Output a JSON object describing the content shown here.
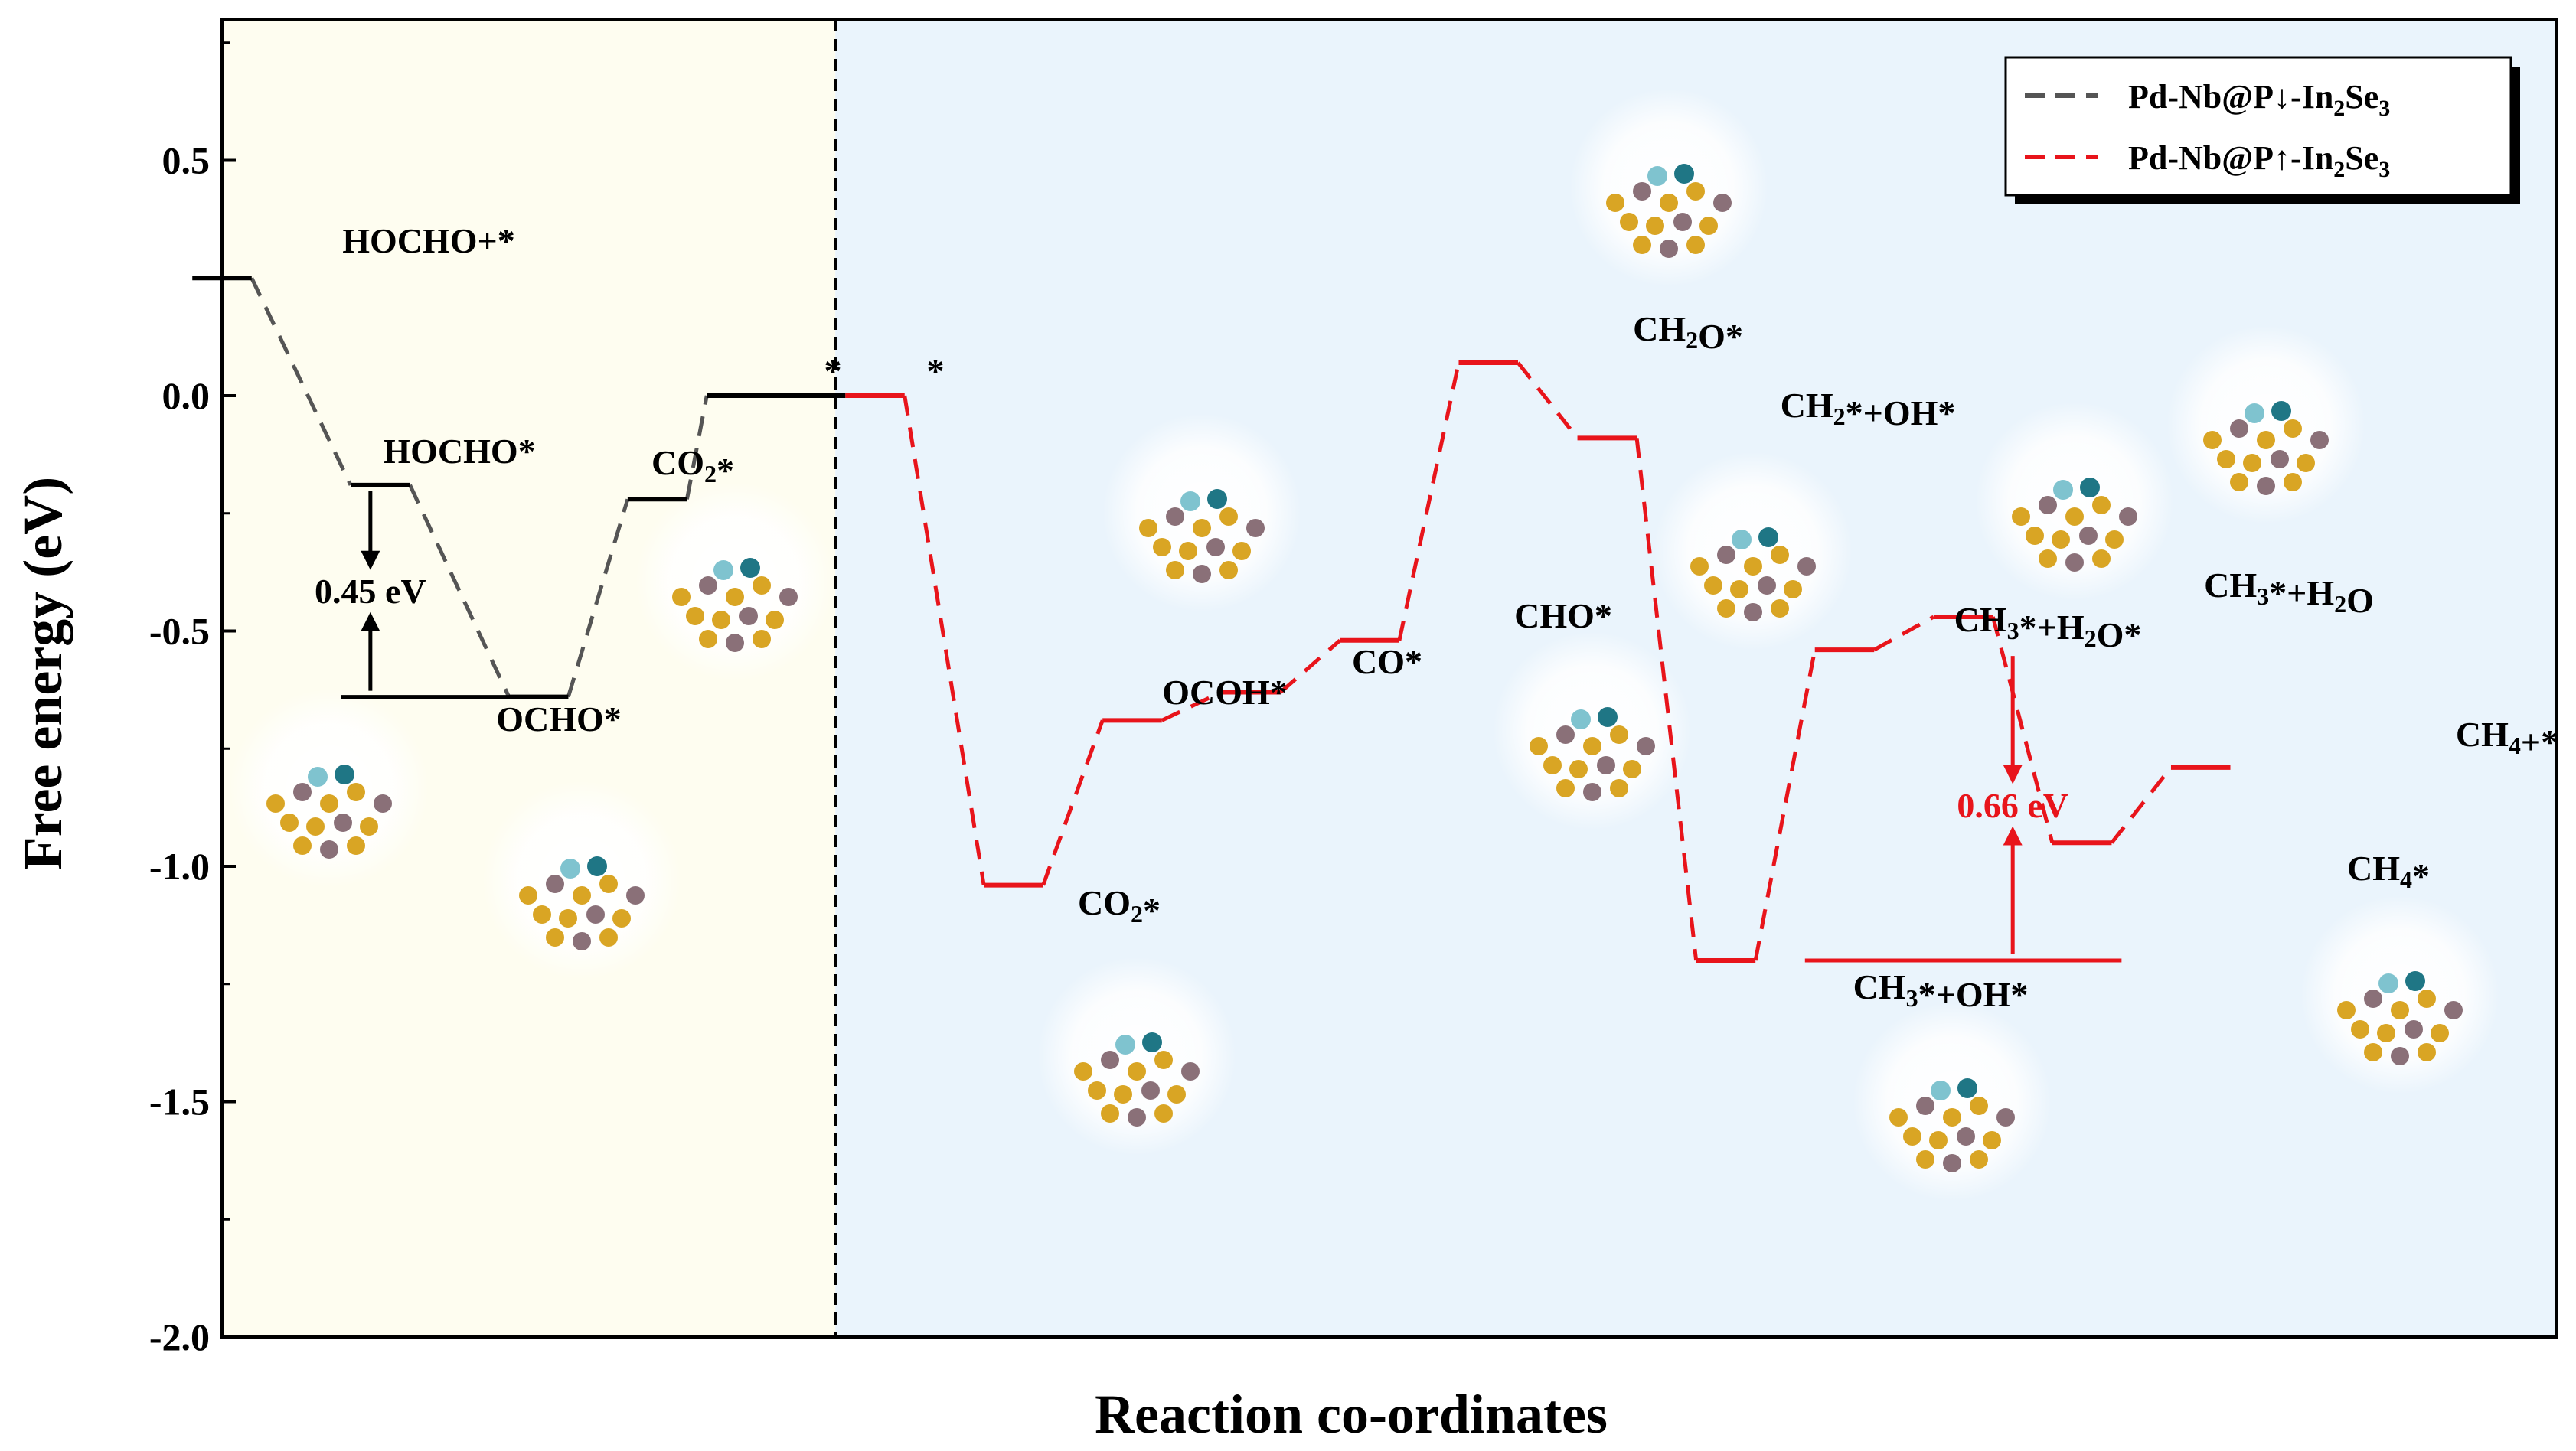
{
  "chart_data": {
    "type": "line",
    "subtype": "free-energy-reaction-pathway",
    "xlabel": "Reaction co-ordinates",
    "ylabel": "Free energy (eV)",
    "ylim": [
      -2.0,
      0.8
    ],
    "yticks": [
      {
        "value": 0.5,
        "label": "0.5"
      },
      {
        "value": 0.0,
        "label": "0.0"
      },
      {
        "value": -0.5,
        "label": "-0.5"
      },
      {
        "value": -1.0,
        "label": "-1.0"
      },
      {
        "value": -1.5,
        "label": "-1.5"
      },
      {
        "value": -2.0,
        "label": "-2.0"
      }
    ],
    "grid": false,
    "legend_position": "top-right",
    "regions": [
      {
        "name": "left",
        "x_start": 0,
        "x_end": 3.1,
        "color": "#fefdf0"
      },
      {
        "name": "right",
        "x_start": 3.1,
        "x_end": 11.8,
        "color": "#eaf4fc"
      }
    ],
    "divider_x": 3.1,
    "series": [
      {
        "name": "Pd-Nb@P↓-In2Se3",
        "legend_main": "Pd-Nb@P↓-In",
        "legend_sub1": "2",
        "legend_mid": "Se",
        "legend_sub2": "3",
        "color": "#555555",
        "levels": [
          {
            "x": 0.0,
            "y": 0.25
          },
          {
            "x": 0.8,
            "y": -0.19
          },
          {
            "x": 1.6,
            "y": -0.64
          },
          {
            "x": 2.2,
            "y": -0.22
          },
          {
            "x": 2.6,
            "y": 0.0
          }
        ]
      },
      {
        "name": "Pd-Nb@P↑-In2Se3",
        "legend_main": "Pd-Nb@P↑-In",
        "legend_sub1": "2",
        "legend_mid": "Se",
        "legend_sub2": "3",
        "color": "#e8141b",
        "levels": [
          {
            "x": 3.3,
            "y": 0.0
          },
          {
            "x": 4.0,
            "y": -1.04
          },
          {
            "x": 4.6,
            "y": -0.69
          },
          {
            "x": 5.2,
            "y": -0.63
          },
          {
            "x": 5.8,
            "y": -0.52
          },
          {
            "x": 6.4,
            "y": 0.07
          },
          {
            "x": 7.0,
            "y": -0.09
          },
          {
            "x": 7.6,
            "y": -1.2
          },
          {
            "x": 8.2,
            "y": -0.54
          },
          {
            "x": 8.8,
            "y": -0.47
          },
          {
            "x": 9.4,
            "y": -0.95
          },
          {
            "x": 10.0,
            "y": -0.79
          }
        ]
      }
    ],
    "state_labels": [
      {
        "main": "HOCHO+*",
        "sub": "",
        "tail": "",
        "x": 0.0,
        "y": 0.25,
        "color": "#000000"
      },
      {
        "main": "HOCHO*",
        "sub": "",
        "tail": "",
        "x": 0.8,
        "y": -0.19,
        "color": "#000000"
      },
      {
        "main": "OCHO*",
        "sub": "",
        "tail": "",
        "x": 1.6,
        "y": -0.64,
        "color": "#000000"
      },
      {
        "main": "CO",
        "sub": "2",
        "tail": "*",
        "x": 2.2,
        "y": -0.22,
        "color": "#000000"
      },
      {
        "main": "*",
        "sub": "",
        "tail": "",
        "x": 2.6,
        "y": 0.0,
        "color": "#000000"
      },
      {
        "main": "*",
        "sub": "",
        "tail": "",
        "x": 3.3,
        "y": 0.0,
        "color": "#000000"
      },
      {
        "main": "CO",
        "sub": "2",
        "tail": "*",
        "x": 4.0,
        "y": -1.04,
        "color": "#000000"
      },
      {
        "main": "OCOH*",
        "sub": "",
        "tail": "",
        "x": 4.6,
        "y": -0.69,
        "color": "#000000"
      },
      {
        "main": "CO*",
        "sub": "",
        "tail": "",
        "x": 5.2,
        "y": -0.63,
        "color": "#000000"
      },
      {
        "main": "CHO*",
        "sub": "",
        "tail": "",
        "x": 5.8,
        "y": -0.52,
        "color": "#000000"
      },
      {
        "main": "CH",
        "sub": "2",
        "tail": "O*",
        "x": 6.4,
        "y": 0.07,
        "color": "#000000"
      },
      {
        "main": "CH",
        "sub": "2",
        "tail": "*+OH*",
        "x": 7.0,
        "y": -0.09,
        "color": "#000000"
      },
      {
        "main": "CH",
        "sub": "3",
        "tail": "*+OH*",
        "x": 7.6,
        "y": -1.2,
        "color": "#000000"
      },
      {
        "main": "CH",
        "sub": "3",
        "tail": "*+H",
        "sub2": "2",
        "tail2": "O*",
        "x": 8.2,
        "y": -0.54,
        "color": "#000000"
      },
      {
        "main": "CH",
        "sub": "3",
        "tail": "*+H",
        "sub2": "2",
        "tail2": "O",
        "x": 8.8,
        "y": -0.47,
        "color": "#000000"
      },
      {
        "main": "CH",
        "sub": "4",
        "tail": "*",
        "x": 9.4,
        "y": -0.95,
        "color": "#000000"
      },
      {
        "main": "CH",
        "sub": "4",
        "tail": "+*",
        "x": 10.0,
        "y": -0.79,
        "color": "#000000"
      }
    ],
    "barriers": [
      {
        "label": "0.45 eV",
        "y_top": -0.19,
        "y_bottom": -0.64,
        "color": "#000000"
      },
      {
        "label": "0.66 eV",
        "y_top": -0.54,
        "y_bottom": -1.2,
        "color": "#e8141b"
      }
    ]
  }
}
